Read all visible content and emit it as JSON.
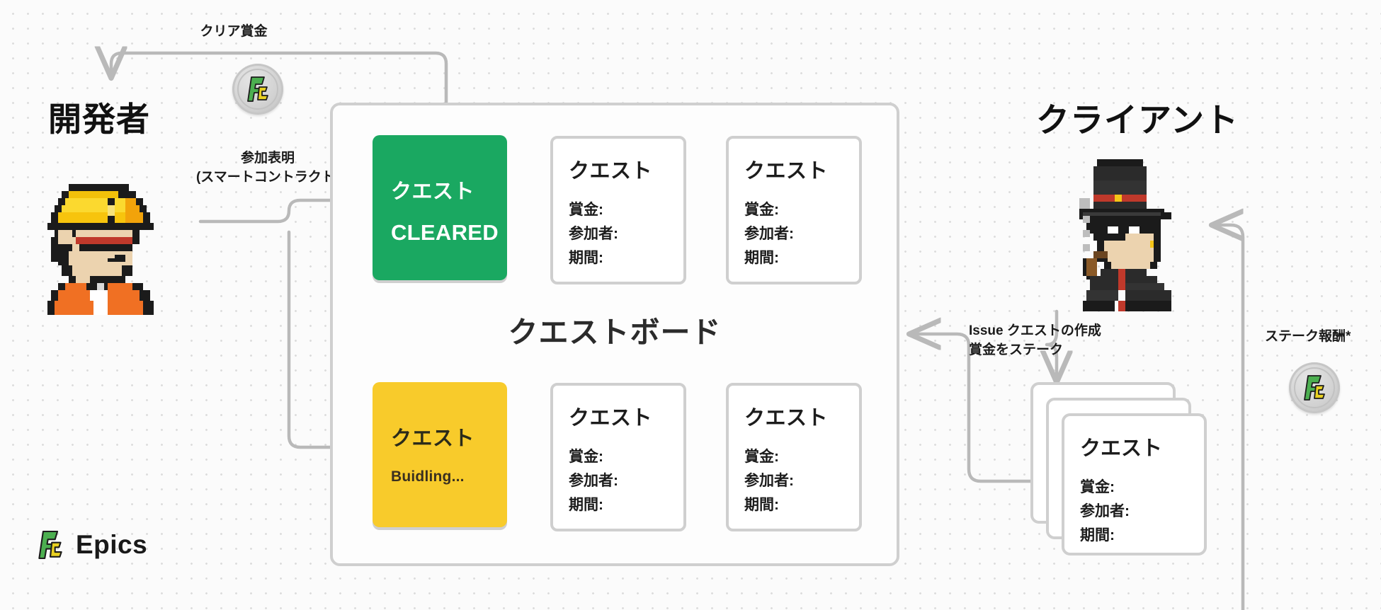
{
  "diagram": {
    "title_developer": "開発者",
    "title_client": "クライアント",
    "board_title": "クエストボード",
    "brand_name": "Epics"
  },
  "edges": [
    {
      "id": "clear-reward",
      "label": "クリア賞金"
    },
    {
      "id": "participate",
      "label_line1": "参加表明",
      "label_line2": "(スマートコントラクト)"
    },
    {
      "id": "issue-create",
      "label_line1": "Issue クエストの作成",
      "label_line2": "賞金をステーク"
    },
    {
      "id": "stake-reward",
      "label": "ステーク報酬*"
    }
  ],
  "board": {
    "cards": [
      {
        "slot": "r1c1",
        "style": "green",
        "title": "クエスト",
        "status": "CLEARED"
      },
      {
        "slot": "r1c2",
        "style": "plain",
        "title": "クエスト",
        "fields": [
          "賞金:",
          "参加者:",
          "期間:"
        ]
      },
      {
        "slot": "r1c3",
        "style": "plain",
        "title": "クエスト",
        "fields": [
          "賞金:",
          "参加者:",
          "期間:"
        ]
      },
      {
        "slot": "r2c1",
        "style": "yellow",
        "title": "クエスト",
        "status": "Buidling..."
      },
      {
        "slot": "r2c2",
        "style": "plain",
        "title": "クエスト",
        "fields": [
          "賞金:",
          "参加者:",
          "期間:"
        ]
      },
      {
        "slot": "r2c3",
        "style": "plain",
        "title": "クエスト",
        "fields": [
          "賞金:",
          "参加者:",
          "期間:"
        ]
      }
    ]
  },
  "stack": {
    "title": "クエスト",
    "fields": [
      "賞金:",
      "参加者:",
      "期間:"
    ]
  },
  "colors": {
    "background": "#fbfbfb",
    "dot_grid": "#dcdcdc",
    "wire": "#b9b9b9",
    "card_border": "#cfcfcf",
    "cleared_green": "#1aa861",
    "building_yellow": "#f8cb2b",
    "text_dark": "#1c1c1c",
    "logo_green": "#4caf50",
    "logo_yellow": "#e8d021"
  },
  "icons": {
    "coin_developer": "epics-coin-icon",
    "coin_stake": "epics-coin-icon",
    "developer_avatar": "pixel-developer-avatar-icon",
    "client_avatar": "pixel-client-avatar-icon",
    "brand_logo": "epics-logo-icon"
  }
}
